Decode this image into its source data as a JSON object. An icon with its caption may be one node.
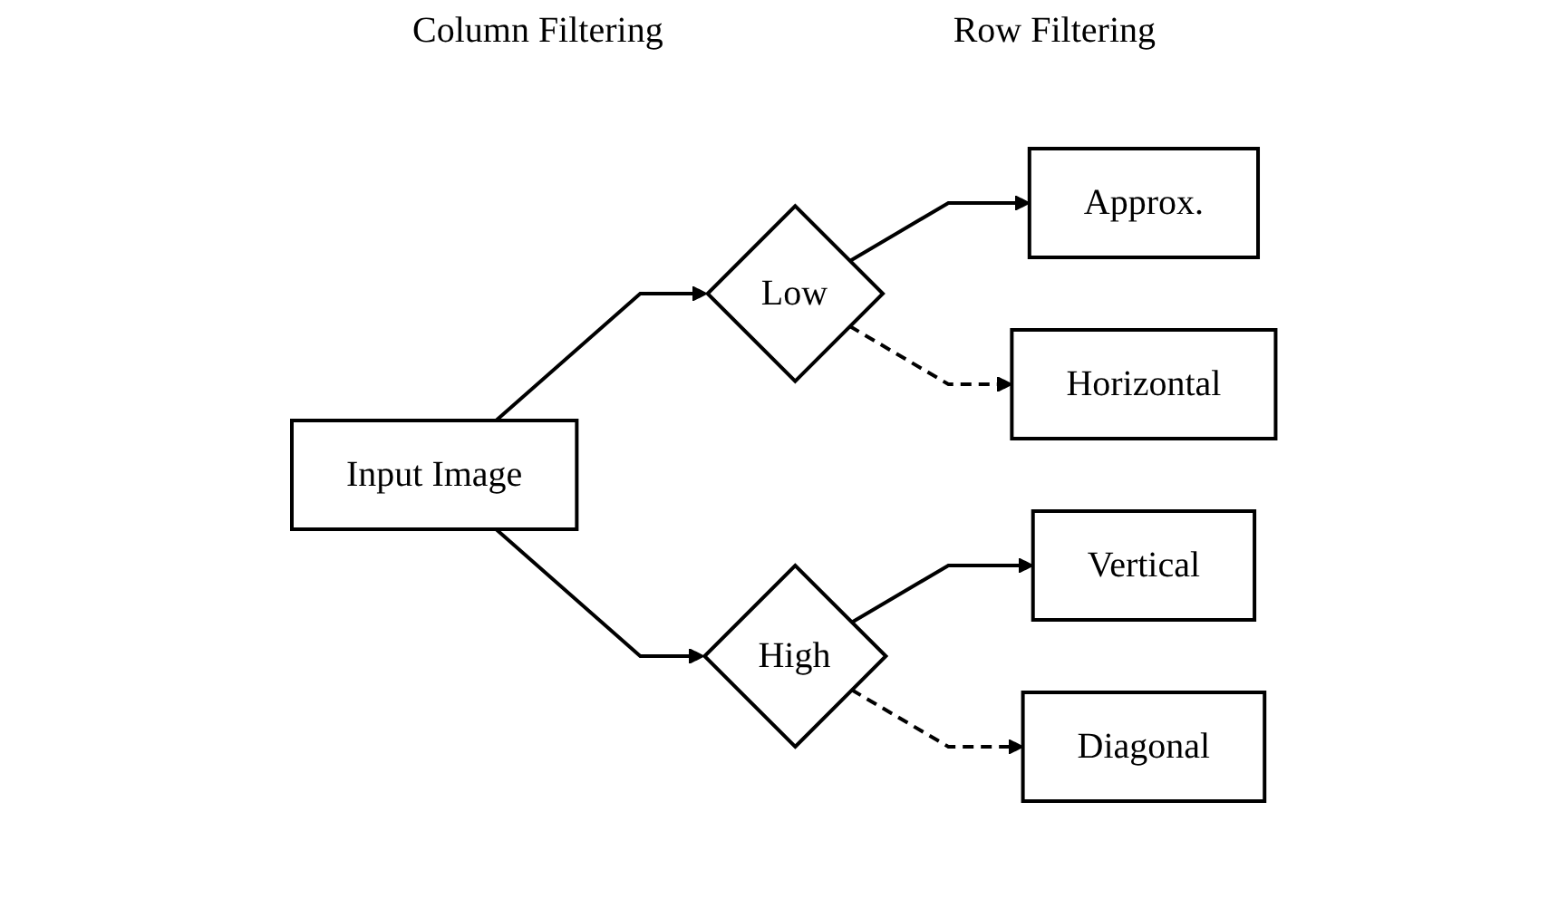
{
  "diagram": {
    "nodes": [
      {
        "text": [
          "Input Image"
        ]
      },
      {
        "text": [
          "Low"
        ]
      },
      {
        "text": [
          "High"
        ]
      },
      {
        "text": [
          "Approx."
        ]
      },
      {
        "text": [
          "Horizontal"
        ]
      },
      {
        "text": [
          "Vertical"
        ]
      },
      {
        "text": [
          "Diagonal"
        ]
      }
    ],
    "edges": [
      {
        "from": 0,
        "to": 1,
        "arrow": "to"
      },
      {
        "from": 0,
        "to": 2,
        "arrow": "to"
      },
      {
        "from": 1,
        "to": 3,
        "arrow": "to"
      },
      {
        "from": 1,
        "to": 4,
        "arrow": "to",
        "style": "dashed"
      },
      {
        "from": 2,
        "to": 5,
        "arrow": "to"
      },
      {
        "from": 2,
        "to": 6,
        "arrow": "to",
        "style": "dashed"
      }
    ],
    "labels": [
      "Column Filtering",
      "Row Filtering"
    ]
  }
}
